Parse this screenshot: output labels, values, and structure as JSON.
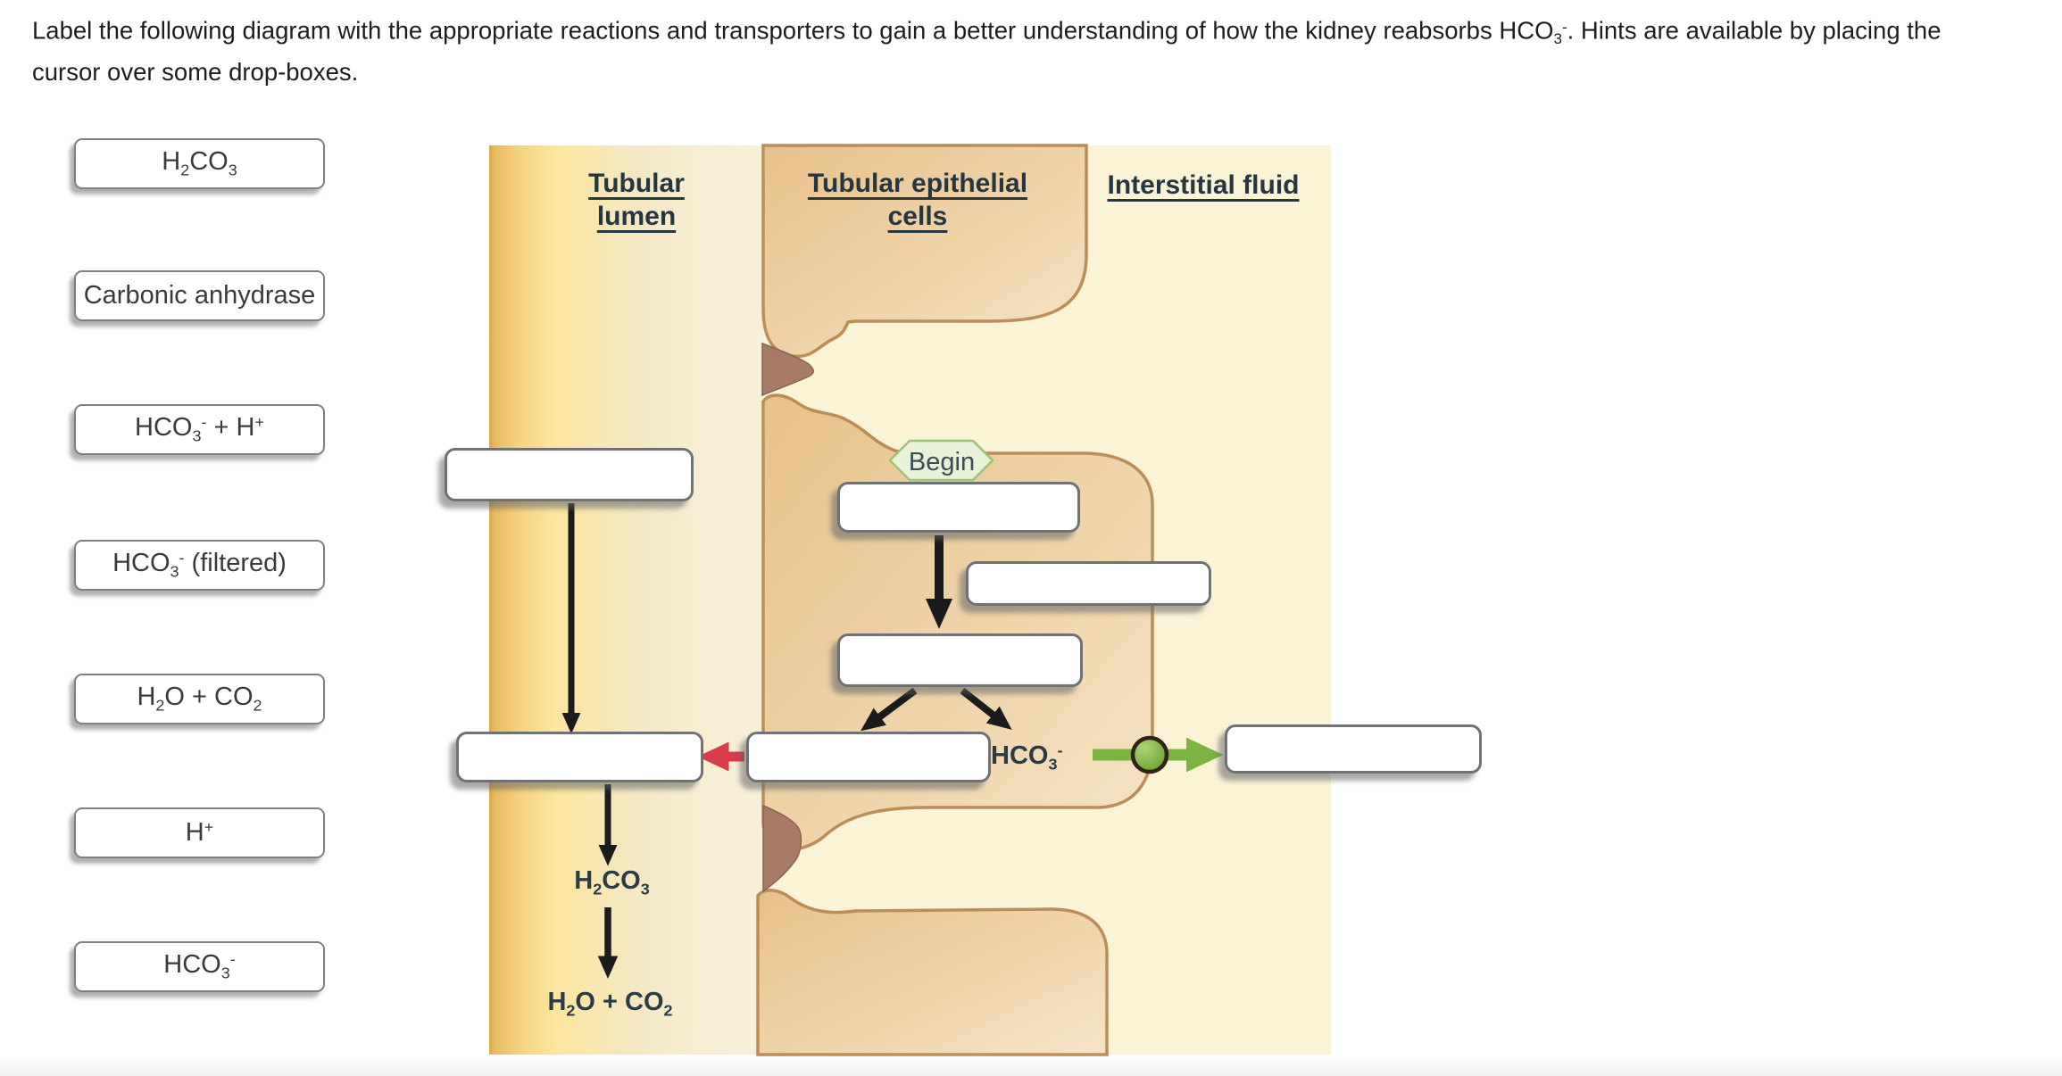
{
  "question": {
    "line1": "Label the following diagram with the appropriate reactions and transporters to gain a better understanding of how the kidney reabsorbs HCO~3~^-^.  Hints are available by placing the",
    "line2": "cursor over some drop-boxes."
  },
  "word_bank": {
    "items": [
      {
        "id": "h2co3",
        "formula": "H~2~CO~3~"
      },
      {
        "id": "carbonic-anhydrase",
        "formula": "Carbonic anhydrase"
      },
      {
        "id": "hco3-plus-h",
        "formula": "HCO~3~^-^ + H^+^"
      },
      {
        "id": "hco3-filtered",
        "formula": "HCO~3~^-^ (filtered)"
      },
      {
        "id": "h2o-plus-co2",
        "formula": "H~2~O + CO~2~"
      },
      {
        "id": "h-plus",
        "formula": "H^+^"
      },
      {
        "id": "hco3",
        "formula": "HCO~3~^-^"
      }
    ]
  },
  "diagram": {
    "headers": {
      "lumen_line1": "Tubular",
      "lumen_line2": "lumen",
      "cells_line1": "Tubular epithelial",
      "cells_line2": "cells",
      "interstitial": "Interstitial fluid"
    },
    "begin_label": "Begin",
    "labels": {
      "hco3": "HCO~3~^-^",
      "h2co3": "H~2~CO~3~",
      "h2o_co2": "H~2~O + CO~2~"
    },
    "drop_boxes": [
      {
        "id": "lumen-top",
        "value": ""
      },
      {
        "id": "cell-begin",
        "value": ""
      },
      {
        "id": "cell-enzyme",
        "value": ""
      },
      {
        "id": "cell-products",
        "value": ""
      },
      {
        "id": "lumen-membrane",
        "value": ""
      },
      {
        "id": "cell-membrane",
        "value": ""
      },
      {
        "id": "interstitial",
        "value": ""
      }
    ]
  },
  "colors": {
    "lumen_gold": "#f6d584",
    "interstitial_cream": "#faf3d6",
    "cell_fill": "#edcb9c",
    "cell_border": "#bd8d58",
    "tight_junction": "#a87b66",
    "begin_fill": "#e8f2d8",
    "begin_border": "#9fc278",
    "red_arrow": "#d63c4a",
    "green_arrow": "#7cb342",
    "arrow_black": "#1b1b1b",
    "drop_box_border": "#6f7173",
    "chip_border": "#7d7f81"
  }
}
